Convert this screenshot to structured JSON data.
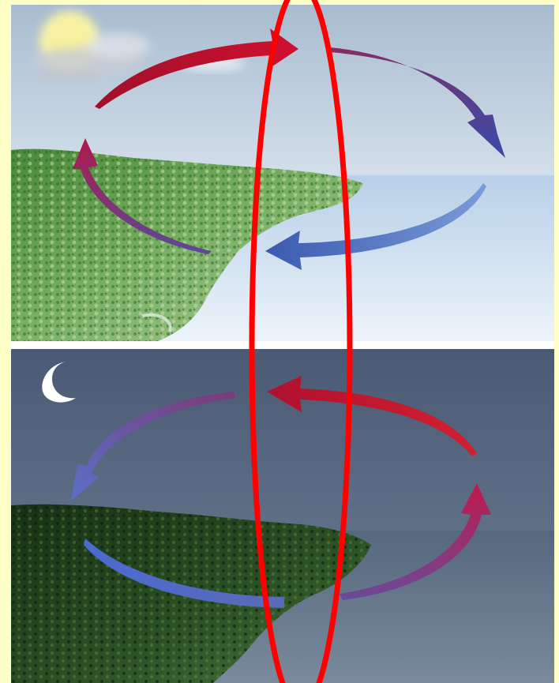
{
  "diagram": {
    "panels": [
      {
        "scene": "day",
        "sky_icon": "sun-behind-cloud-icon",
        "circulation": "sea-breeze",
        "upper_flow": "land-to-sea",
        "lower_flow": "sea-to-land",
        "colors": {
          "sky_top": "#a8bcd0",
          "sky_bottom": "#f4f8fc",
          "sea": "#c8daec",
          "land": "#5f9a4a"
        }
      },
      {
        "scene": "night",
        "sky_icon": "crescent-moon-icon",
        "circulation": "land-breeze",
        "upper_flow": "sea-to-land",
        "lower_flow": "land-to-sea",
        "colors": {
          "sky_top": "#4a5a74",
          "sky_bottom": "#6f7f92",
          "sea": "#61738a",
          "land": "#1f3d1c"
        }
      }
    ],
    "arrow_colors": {
      "warm": "#c0102c",
      "cool": "#4868b8"
    },
    "highlight": {
      "shape": "ellipse",
      "color": "#ff0000"
    },
    "frame_color": "#ffffc8"
  }
}
